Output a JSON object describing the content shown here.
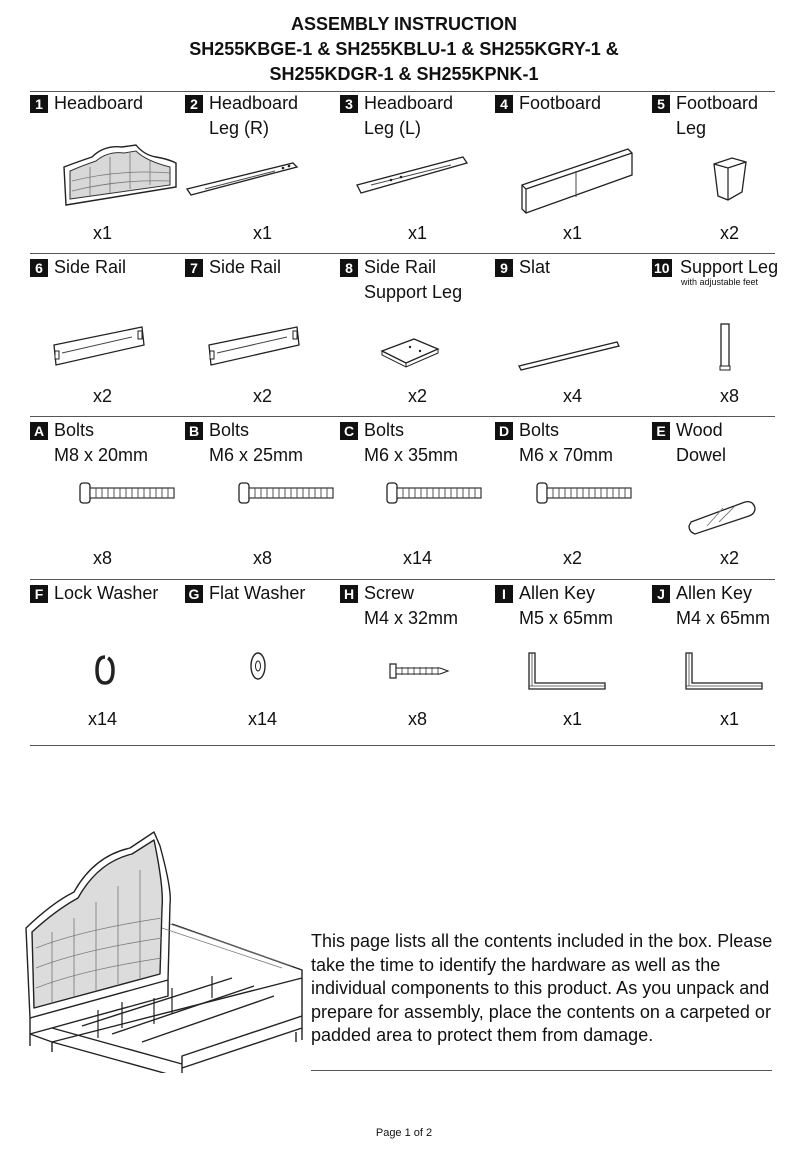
{
  "header": {
    "title_line1": "ASSEMBLY INSTRUCTION",
    "title_line2": "SH255KBGE-1 & SH255KBLU-1 & SH255KGRY-1 &",
    "title_line3": "SH255KDGR-1 & SH255KPNK-1"
  },
  "parts": [
    {
      "id": "1",
      "name": "Headboard",
      "qty": "x1",
      "icon": "headboard"
    },
    {
      "id": "2",
      "name": "Headboard\nLeg (R)",
      "qty": "x1",
      "icon": "headboard-leg-r"
    },
    {
      "id": "3",
      "name": "Headboard\nLeg (L)",
      "qty": "x1",
      "icon": "headboard-leg-l"
    },
    {
      "id": "4",
      "name": "Footboard",
      "qty": "x1",
      "icon": "footboard"
    },
    {
      "id": "5",
      "name": "Footboard\nLeg",
      "qty": "x2",
      "icon": "footboard-leg"
    },
    {
      "id": "6",
      "name": "Side Rail",
      "qty": "x2",
      "icon": "side-rail"
    },
    {
      "id": "7",
      "name": "Side Rail",
      "qty": "x2",
      "icon": "side-rail"
    },
    {
      "id": "8",
      "name": "Side Rail\nSupport Leg",
      "qty": "x2",
      "icon": "support-plate"
    },
    {
      "id": "9",
      "name": "Slat",
      "qty": "x4",
      "icon": "slat"
    },
    {
      "id": "10",
      "name": "Support Leg",
      "sub": "with adjustable feet",
      "qty": "x8",
      "icon": "support-leg"
    },
    {
      "id": "A",
      "name": "Bolts\nM8 x 20mm",
      "qty": "x8",
      "icon": "bolt"
    },
    {
      "id": "B",
      "name": "Bolts\nM6 x 25mm",
      "qty": "x8",
      "icon": "bolt"
    },
    {
      "id": "C",
      "name": "Bolts\nM6 x 35mm",
      "qty": "x14",
      "icon": "bolt"
    },
    {
      "id": "D",
      "name": "Bolts\nM6 x 70mm",
      "qty": "x2",
      "icon": "bolt"
    },
    {
      "id": "E",
      "name": "Wood\nDowel",
      "qty": "x2",
      "icon": "dowel"
    },
    {
      "id": "F",
      "name": "Lock Washer",
      "qty": "x14",
      "icon": "lock-washer"
    },
    {
      "id": "G",
      "name": "Flat Washer",
      "qty": "x14",
      "icon": "flat-washer"
    },
    {
      "id": "H",
      "name": "Screw\nM4 x 32mm",
      "qty": "x8",
      "icon": "screw"
    },
    {
      "id": "I",
      "name": "Allen Key\nM5 x 65mm",
      "qty": "x1",
      "icon": "allen-key"
    },
    {
      "id": "J",
      "name": "Allen Key\nM4 x 65mm",
      "qty": "x1",
      "icon": "allen-key"
    }
  ],
  "note": "This page lists all the contents included in the box. Please take the time to identify the hardware as well as the individual components to this product. As you unpack and prepare for assembly, place the contents on a carpeted or padded area to protect them from damage.",
  "footer": "Page 1 of 2"
}
